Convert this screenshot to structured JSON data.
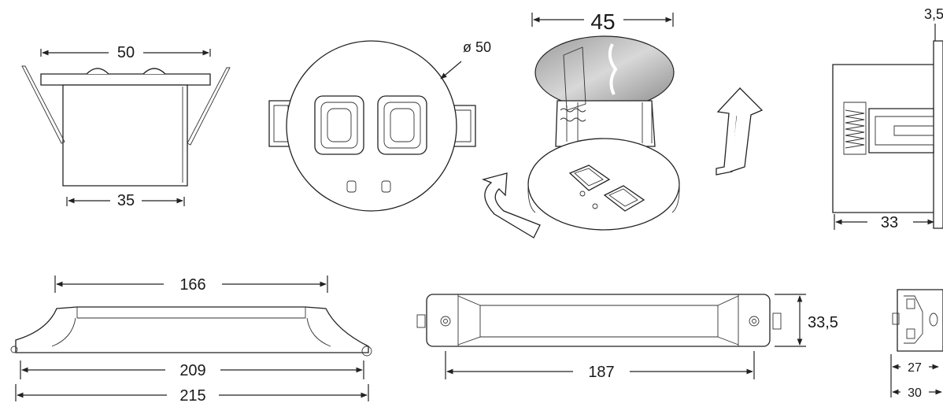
{
  "drawing": {
    "views": {
      "sensor_side": {
        "width_top": "50",
        "width_bottom": "35"
      },
      "sensor_front": {
        "diameter": "ø 50"
      },
      "sensor_3d": {
        "cutout": "45"
      },
      "sensor_right": {
        "height_top": "3,5",
        "depth": "33"
      },
      "driver_side": {
        "inner": "166",
        "mid": "209",
        "outer": "215"
      },
      "driver_top": {
        "length": "187",
        "height": "33,5"
      },
      "driver_end": {
        "inner": "27",
        "outer": "30"
      }
    }
  }
}
